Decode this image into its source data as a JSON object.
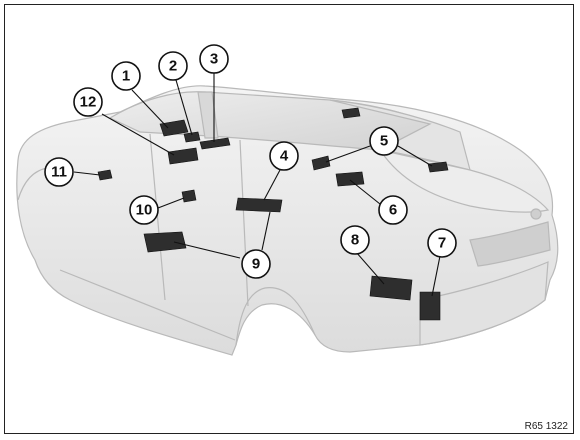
{
  "figure": {
    "reference_code": "R65 1322",
    "callouts": [
      {
        "id": "callout-1",
        "label": "1"
      },
      {
        "id": "callout-2",
        "label": "2"
      },
      {
        "id": "callout-3",
        "label": "3"
      },
      {
        "id": "callout-4",
        "label": "4"
      },
      {
        "id": "callout-5",
        "label": "5"
      },
      {
        "id": "callout-6",
        "label": "6"
      },
      {
        "id": "callout-7",
        "label": "7"
      },
      {
        "id": "callout-8",
        "label": "8"
      },
      {
        "id": "callout-9",
        "label": "9"
      },
      {
        "id": "callout-10",
        "label": "10"
      },
      {
        "id": "callout-11",
        "label": "11"
      },
      {
        "id": "callout-12",
        "label": "12"
      }
    ]
  }
}
